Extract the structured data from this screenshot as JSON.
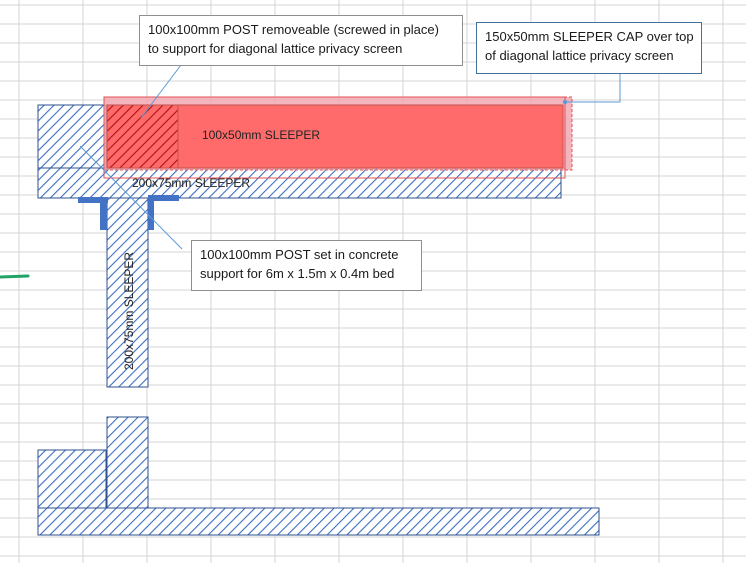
{
  "colors": {
    "grid": "#d4d4d4",
    "hatch": "#3c6ec2",
    "shape_border": "#2f528f",
    "cap_fill": "#ff6b6b",
    "cap_border": "#e05252",
    "cap_overlay": "#f2a8b3",
    "bracket": "#4472c4",
    "callout_border": "#8e8e8e",
    "callout_blue_border": "#41719c",
    "leader": "#5b9bd5",
    "green_mark": "#21a366"
  },
  "callouts": {
    "removable_post": {
      "line1": "100x100mm POST removeable  (screwed in place)",
      "line2": "to support for diagonal lattice privacy screen"
    },
    "sleeper_cap": {
      "line1": "150x50mm SLEEPER CAP over top",
      "line2": "of diagonal lattice privacy screen"
    },
    "concrete_post": {
      "line1": "100x100mm POST set in concrete",
      "line2": "support for 6m x 1.5m x 0.4m bed"
    }
  },
  "labels": {
    "sleeper_100x50": "100x50mm SLEEPER",
    "sleeper_200x75_horizontal": "200x75mm SLEEPER",
    "sleeper_200x75_vertical": "200x75mm SLEEPER"
  }
}
